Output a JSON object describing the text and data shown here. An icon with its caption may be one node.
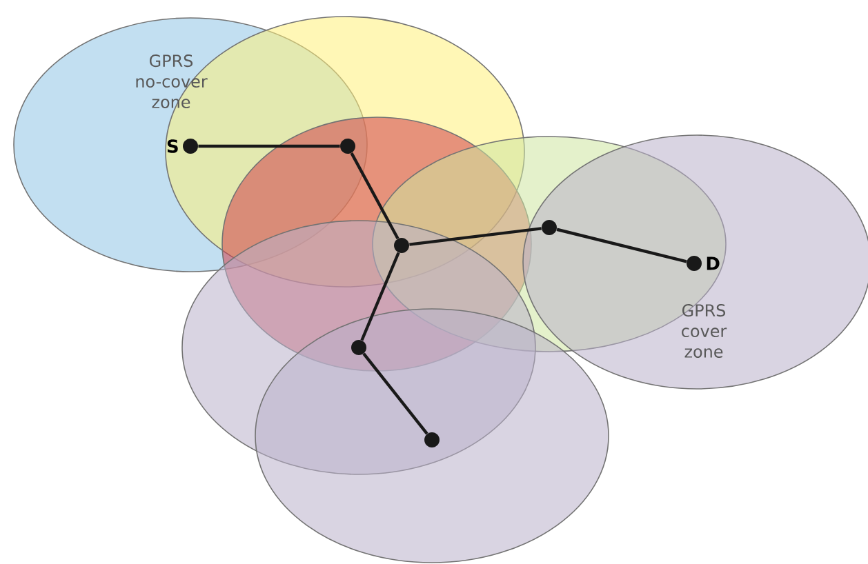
{
  "diagram": {
    "nodes": [
      {
        "text": [],
        "shape": "circle",
        "beside": [
          "S"
        ]
      },
      {
        "text": [],
        "shape": "circle"
      },
      {
        "text": [],
        "shape": "circle"
      },
      {
        "text": [],
        "shape": "circle"
      },
      {
        "text": [],
        "shape": "circle",
        "beside": [
          "D"
        ]
      },
      {
        "text": [],
        "shape": "circle"
      },
      {
        "text": [],
        "shape": "circle"
      }
    ],
    "edges": [
      {
        "from": 0,
        "to": 1,
        "arrow": "none"
      },
      {
        "from": 1,
        "to": 2,
        "arrow": "none"
      },
      {
        "from": 2,
        "to": 3,
        "arrow": "none"
      },
      {
        "from": 3,
        "to": 4,
        "arrow": "none"
      },
      {
        "from": 2,
        "to": 5,
        "arrow": "none"
      },
      {
        "from": 5,
        "to": 6,
        "arrow": "none"
      }
    ],
    "labels": [
      "GPRS no-cover zone",
      "GPRS cover zone"
    ]
  }
}
